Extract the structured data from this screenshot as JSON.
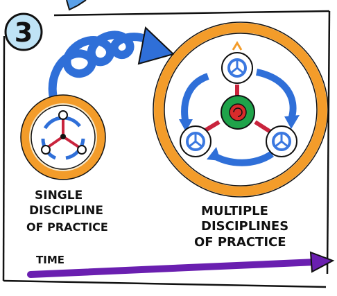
{
  "step_badge": {
    "number": "3"
  },
  "left_label": {
    "lines": [
      "SINGLE",
      "DISCIPLINE",
      "OF PRACTICE"
    ]
  },
  "right_label": {
    "lines": [
      "MULTIPLE",
      "DISCIPLINES",
      "OF PRACTICE"
    ]
  },
  "time_arrow": {
    "label": "TIME"
  },
  "colors": {
    "ring_orange": "#f39c2a",
    "cycle_blue": "#2f6fd8",
    "core_green": "#1fa34a",
    "core_red": "#d92b2b",
    "link_red": "#c9243d",
    "time_purple": "#6a1fb0",
    "sketch_blue": "#3b78e0",
    "badge_fill": "#bfe3f5"
  },
  "icons": {
    "single_practice_cluster": "three-node-cycle-icon",
    "discipline_node": "cycle-node-icon",
    "shared_core": "spiral-core-icon"
  }
}
